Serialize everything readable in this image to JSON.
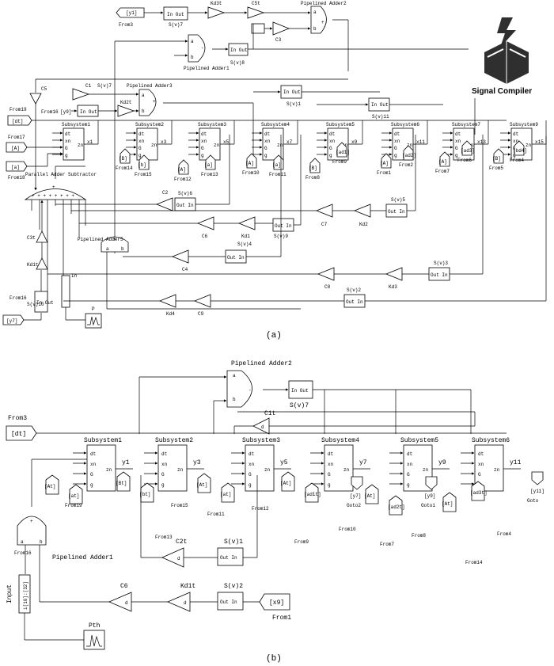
{
  "a": {
    "caption": "(a)",
    "logo": {
      "text": "Signal Compiler",
      "icon": "signal-compiler-icon"
    },
    "gotos": [
      "[y1]",
      "[dt]",
      "[y7]"
    ],
    "froms": [
      "From3",
      "From19",
      "From16",
      "From17",
      "From18",
      "From14",
      "From15",
      "From12",
      "From13",
      "From10",
      "From11",
      "From8",
      "From9",
      "From1",
      "From2",
      "From7",
      "From6",
      "From5",
      "From4"
    ],
    "const_tags": [
      "[A]",
      "[a]",
      "[B]",
      "[b]",
      "[A]",
      "[a]",
      "[A]",
      "[a]",
      "[B]",
      "[ad1]",
      "[A]",
      "[ad2]",
      "[A]",
      "[ad3]",
      "[B]",
      "[bd4]"
    ],
    "subsystems": [
      "Subsystem1",
      "Subsystem2",
      "Subsystem3",
      "Subsystem4",
      "Subsystem5",
      "Subsystem6",
      "Subsystem7",
      "Subsystem9"
    ],
    "outputs": [
      "x1",
      "x3",
      "x5",
      "x7",
      "x9",
      "x11",
      "x13",
      "x15"
    ],
    "port_labels": [
      "dt",
      "xn",
      "G",
      "g",
      "zn"
    ],
    "adders": [
      "Pipelined Adder2",
      "Pipelined Adder1",
      "Pipelined Adder3",
      "Pipelined Adder5",
      "Parallel Adder Subtractor"
    ],
    "delays_top": [
      "S(v)7",
      "S(v)8",
      "S(v)1",
      "S(v)11"
    ],
    "delays": [
      "S(v)6",
      "S(v)5",
      "S(v)4",
      "S(v)9",
      "S(v)3",
      "S(v)2",
      "S(v)10"
    ],
    "gains": [
      "Kd3t",
      "C5t",
      "C3",
      "C5",
      "C1",
      "Kd2t",
      "C2",
      "C6",
      "Kd1",
      "C7",
      "Kd2",
      "C4",
      "C8",
      "Kd3",
      "Kd4",
      "C9",
      "C3t",
      "Kd1t"
    ],
    "in_out": "In Out",
    "out_in": "Out In",
    "misc": [
      "[y9]",
      "In",
      "P",
      "i[16]:[32]",
      "d"
    ]
  },
  "b": {
    "caption": "(b)",
    "subsystems": [
      "Subsystem1",
      "Subsystem2",
      "Subsystem3",
      "Subsystem4",
      "Subsystem5",
      "Subsystem6"
    ],
    "outputs": [
      "y1",
      "y3",
      "y5",
      "y7",
      "y9",
      "y11"
    ],
    "port_labels": [
      "dt",
      "xn",
      "G",
      "g",
      "zn"
    ],
    "from_dt": "From3",
    "dt_tag": "[dt]",
    "tags": [
      "[At]",
      "[at]",
      "[Bt]",
      "[bt]",
      "[At]",
      "[at]",
      "[At]",
      "[ad1t]",
      "[At]",
      "[ad2t]",
      "[At]",
      "[ad3t]"
    ],
    "froms": [
      "From16",
      "From19",
      "From13",
      "From15",
      "From11",
      "From12",
      "From9",
      "From10",
      "From7",
      "From8",
      "From14",
      "From4",
      "From1"
    ],
    "gotos": [
      "Goto2",
      "Goto1",
      "Goto"
    ],
    "goto_tags": [
      "[y7]",
      "[y9]",
      "[y11]"
    ],
    "adder_top": "Pipelined Adder2",
    "adder_left": "Pipelined Adder1",
    "delay_top": "S(v)7",
    "delay_1": "S(v)1",
    "delay_2": "S(v)2",
    "gains": [
      "C1t",
      "C2t",
      "Kd1t",
      "C6"
    ],
    "x9": "[x9]",
    "input_label": "Input",
    "input_port": "i[16]:[32]",
    "scope": "Pth",
    "in_out": "In Out",
    "out_in": "Out In"
  }
}
